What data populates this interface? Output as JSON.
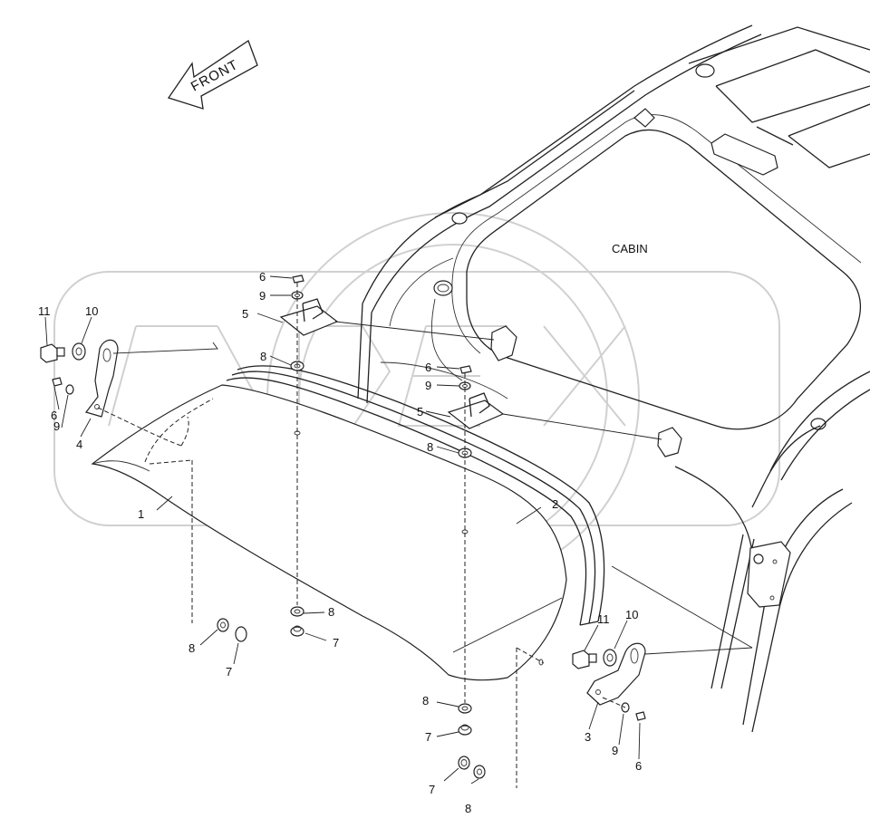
{
  "diagram": {
    "cabin_label": "CABIN",
    "direction_label": "FRONT",
    "callouts": {
      "c1": "1",
      "c2": "2",
      "c3": "3",
      "c4": "4",
      "c5a": "5",
      "c5b": "5",
      "c6a": "6",
      "c6b": "6",
      "c6c": "6",
      "c6d": "6",
      "c7a": "7",
      "c7b": "7",
      "c7c": "7",
      "c7d": "7",
      "c8a": "8",
      "c8b": "8",
      "c8c": "8",
      "c8d": "8",
      "c8e": "8",
      "c8f": "8",
      "c9a": "9",
      "c9b": "9",
      "c9c": "9",
      "c9d": "9",
      "c10a": "10",
      "c10b": "10",
      "c11a": "11",
      "c11b": "11"
    }
  },
  "colors": {
    "line": "#222222",
    "watermark": "#d0d0d0",
    "background": "#ffffff"
  }
}
